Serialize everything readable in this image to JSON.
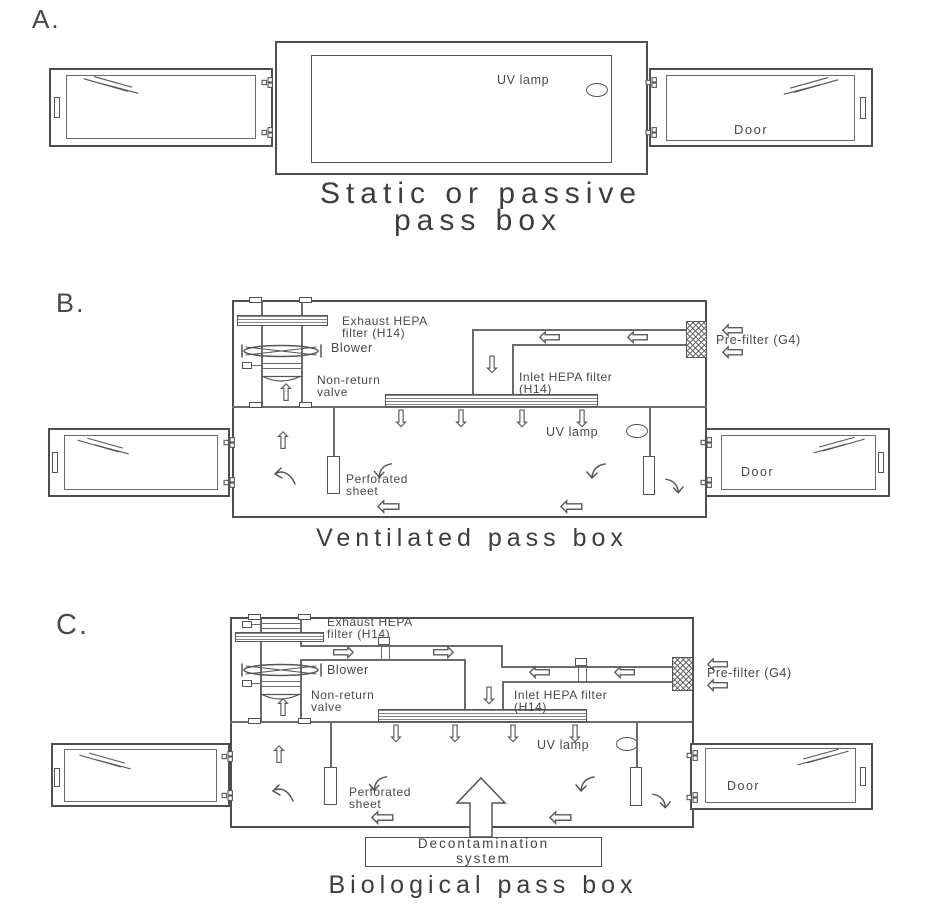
{
  "colors": {
    "line": "#4f4f4f",
    "text": "#484848"
  },
  "icons": {
    "up": "⇧",
    "down": "⇩",
    "left": "⇦",
    "right": "⇨"
  },
  "a": {
    "letter": "A.",
    "uv": "UV lamp",
    "door": "Door",
    "title1": "Static or passive",
    "title2": "pass box"
  },
  "b": {
    "letter": "B.",
    "title": "Ventilated pass box",
    "exhaust1": "Exhaust HEPA",
    "exhaust2": "filter (H14)",
    "blower": "Blower",
    "nrv1": "Non-return",
    "nrv2": "valve",
    "inlet1": "Inlet HEPA filter",
    "inlet2": "(H14)",
    "prefilter": "Pre-filter (G4)",
    "uv": "UV lamp",
    "perf1": "Perforated",
    "perf2": "sheet",
    "door": "Door"
  },
  "c": {
    "letter": "C.",
    "title": "Biological pass box",
    "exhaust1": "Exhaust HEPA",
    "exhaust2": "filter (H14)",
    "blower": "Blower",
    "nrv1": "Non-return",
    "nrv2": "valve",
    "inlet1": "Inlet HEPA filter",
    "inlet2": "(H14)",
    "prefilter": "Pre-filter (G4)",
    "uv": "UV lamp",
    "perf1": "Perforated",
    "perf2": "sheet",
    "door": "Door",
    "decon1": "Decontamination",
    "decon2": "system"
  }
}
